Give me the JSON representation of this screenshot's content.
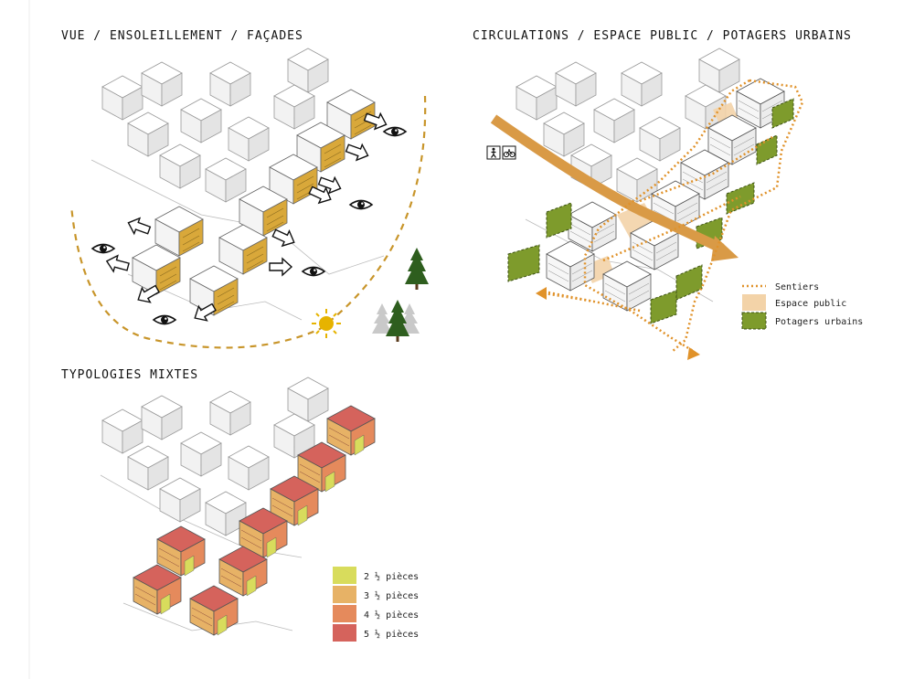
{
  "panels": {
    "vue": {
      "title": "VUE / ENSOLEILLEMENT / FAÇADES"
    },
    "circulations": {
      "title": "CIRCULATIONS / ESPACE PUBLIC / POTAGERS URBAINS"
    },
    "typologies": {
      "title": "TYPOLOGIES MIXTES"
    }
  },
  "legend_circulations": [
    {
      "label": "Sentiers",
      "color": "#e0922a",
      "kind": "dotted"
    },
    {
      "label": "Espace public",
      "color": "#f3d3a8",
      "kind": "fill"
    },
    {
      "label": "Potagers urbains",
      "color": "#7e9b2c",
      "kind": "dashed-fill"
    }
  ],
  "legend_typologies": [
    {
      "label": "2 ½ pièces",
      "color": "#d8dc5c"
    },
    {
      "label": "3 ½ pièces",
      "color": "#e7b266"
    },
    {
      "label": "4 ½ pièces",
      "color": "#e58a5c"
    },
    {
      "label": "5 ½ pièces",
      "color": "#d5635c"
    }
  ],
  "colors": {
    "accent": "#c8952a",
    "path": "#e0922a",
    "garden": "#7e9b2c",
    "tree": "#2e5e1e"
  },
  "icons": [
    "eye-icon",
    "sun-icon",
    "pedestrian-icon",
    "bicycle-icon",
    "arrow-icon",
    "tree-icon"
  ]
}
